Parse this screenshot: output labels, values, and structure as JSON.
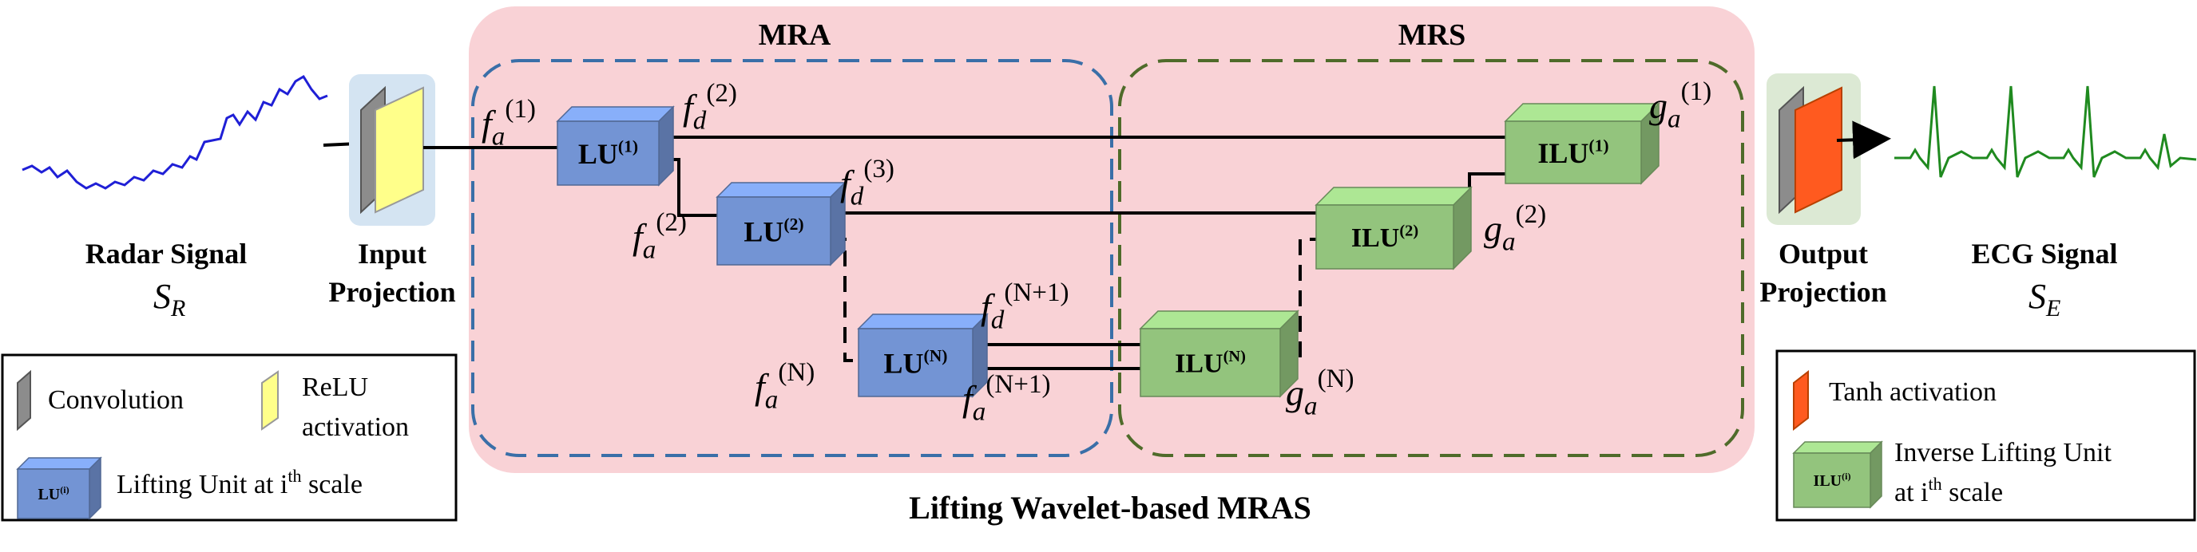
{
  "mras_title": "Lifting Wavelet-based MRAS",
  "mra_label": "MRA",
  "mrs_label": "MRS",
  "radar": {
    "line1": "Radar Signal",
    "symbol": "S",
    "sub": "R"
  },
  "ecg": {
    "line1": "ECG Signal",
    "symbol": "S",
    "sub": "E"
  },
  "input_projection": {
    "line1": "Input",
    "line2": "Projection"
  },
  "output_projection": {
    "line1": "Output",
    "line2": "Projection"
  },
  "lu_blocks": [
    {
      "base": "LU",
      "sup": "(1)"
    },
    {
      "base": "LU",
      "sup": "(2)"
    },
    {
      "base": "LU",
      "sup": "(N)"
    }
  ],
  "ilu_blocks": [
    {
      "base": "ILU",
      "sup": "(1)"
    },
    {
      "base": "ILU",
      "sup": "(2)"
    },
    {
      "base": "ILU",
      "sup": "(N)"
    }
  ],
  "signals": {
    "fa1": {
      "base": "f",
      "sub": "a",
      "sup": "(1)"
    },
    "fd2": {
      "base": "f",
      "sub": "d",
      "sup": "(2)"
    },
    "fa2": {
      "base": "f",
      "sub": "a",
      "sup": "(2)"
    },
    "fd3": {
      "base": "f",
      "sub": "d",
      "sup": "(3)"
    },
    "faN": {
      "base": "f",
      "sub": "a",
      "sup": "(N)"
    },
    "fdN1": {
      "base": "f",
      "sub": "d",
      "sup": "(N+1)"
    },
    "faN1": {
      "base": "f",
      "sub": "a",
      "sup": "(N+1)"
    },
    "ga1": {
      "base": "g",
      "sub": "a",
      "sup": "(1)"
    },
    "ga2": {
      "base": "g",
      "sub": "a",
      "sup": "(2)"
    },
    "gaN": {
      "base": "g",
      "sub": "a",
      "sup": "(N)"
    }
  },
  "legend_left": {
    "convolution": "Convolution",
    "relu_line1": "ReLU",
    "relu_line2": "activation",
    "lu_icon_base": "LU",
    "lu_icon_sup": "(i)",
    "lifting_text": "Lifting Unit at i",
    "lifting_sup": "th",
    "lifting_tail": " scale"
  },
  "legend_right": {
    "tanh": "Tanh activation",
    "ilu_icon_base": "ILU",
    "ilu_icon_sup": "(i)",
    "inverse_line1": "Inverse Lifting Unit",
    "inverse_line2_a": "at i",
    "inverse_line2_sup": "th",
    "inverse_line2_b": " scale"
  },
  "colors": {
    "mras_bg": "#f9d2d6",
    "mra_border": "#3a6fa8",
    "mrs_border": "#4f6b2a",
    "lu_fill": "#7394d4",
    "ilu_fill": "#93c47d",
    "relu": "#ffff8a",
    "conv": "#8c8c8c",
    "tanh": "#ff5a1f",
    "radar_wave": "#1f1fd6",
    "ecg_wave": "#1f8a1f"
  }
}
